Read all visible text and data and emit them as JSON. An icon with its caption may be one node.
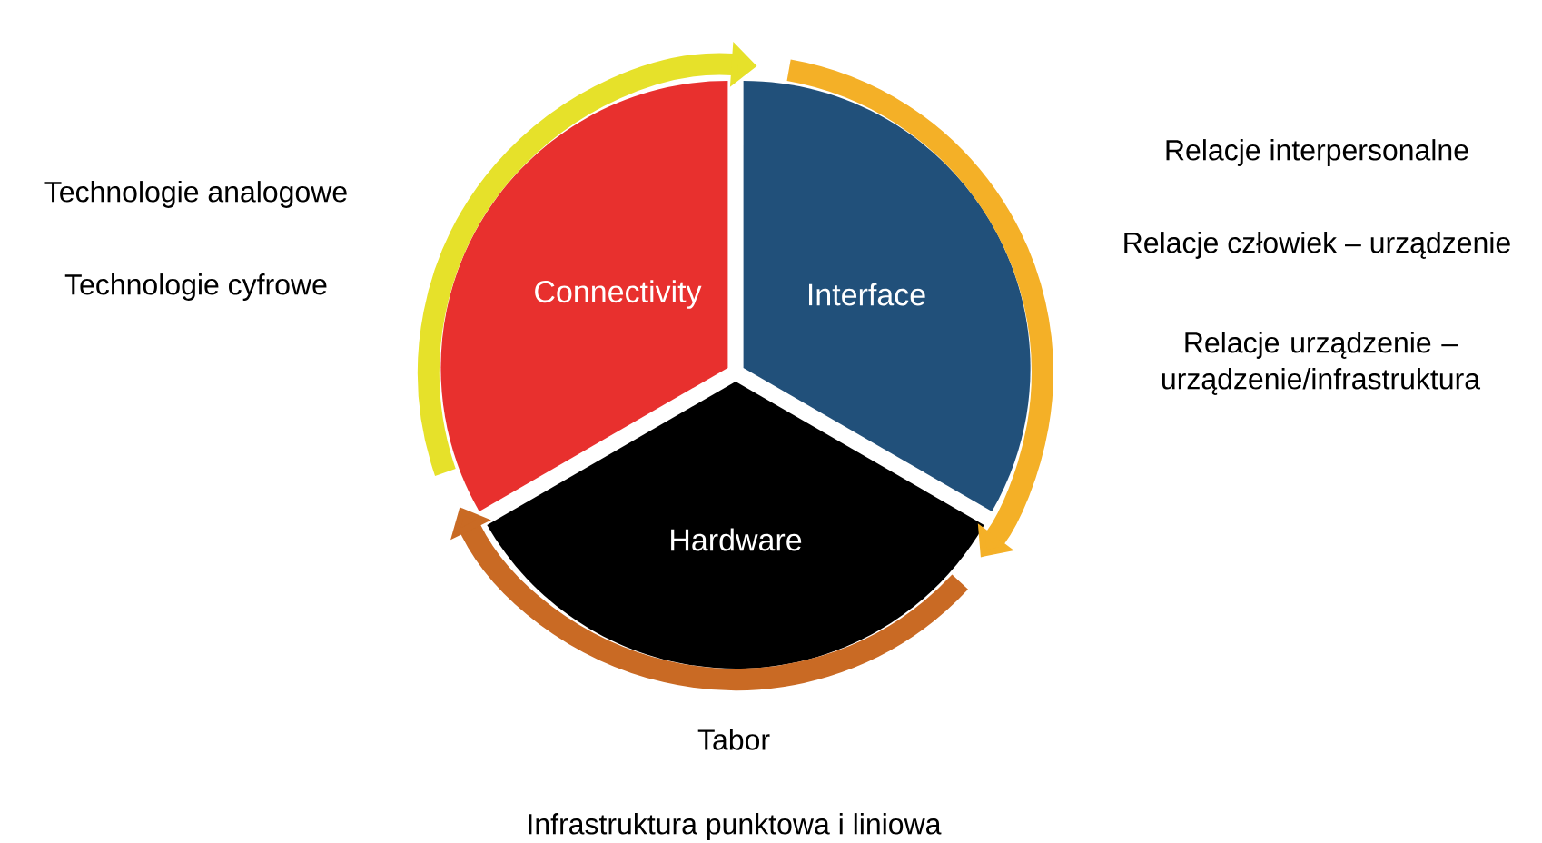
{
  "diagram": {
    "nodes": [
      {
        "text": [
          "Connectivity"
        ]
      },
      {
        "text": [
          "Interface"
        ]
      },
      {
        "text": [
          "Hardware"
        ]
      }
    ],
    "edges": [
      {
        "from": 0,
        "to": 1,
        "arrow": "to",
        "color": "#e6e12a"
      },
      {
        "from": 1,
        "to": 2,
        "arrow": "to",
        "color": "#f4b027"
      },
      {
        "from": 2,
        "to": 0,
        "arrow": "to",
        "color": "#c96a24"
      }
    ],
    "labels": [
      "Technologie analogowe",
      "Technologie cyfrowe",
      "Relacje interpersonalne",
      "Relacje człowiek – urządzenie",
      "Relacje urządzenie – urządzenie/infrastruktura",
      "Tabor",
      "Infrastruktura punktowa i liniowa"
    ]
  }
}
